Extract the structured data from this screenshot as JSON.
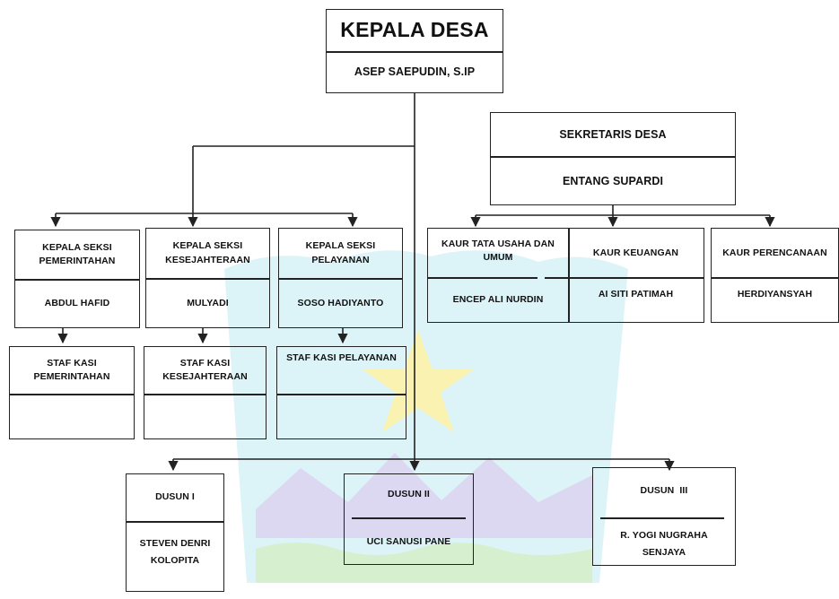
{
  "kepala_desa": {
    "title": "KEPALA DESA",
    "name": "ASEP SAEPUDIN, S.IP"
  },
  "sekretaris_desa": {
    "title": "SEKRETARIS DESA",
    "name": "ENTANG SUPARDI"
  },
  "kasi": [
    {
      "title": "KEPALA SEKSI PEMERINTAHAN",
      "name": "ABDUL HAFID",
      "staf": "STAF KASI PEMERINTAHAN"
    },
    {
      "title": "KEPALA SEKSI KESEJAHTERAAN",
      "name": "MULYADI",
      "staf": "STAF KASI KESEJAHTERAAN"
    },
    {
      "title": "KEPALA SEKSI PELAYANAN",
      "name": "SOSO HADIYANTO",
      "staf": "STAF KASI PELAYANAN"
    }
  ],
  "kaur": [
    {
      "title": "KAUR TATA USAHA DAN UMUM",
      "name": "ENCEP ALI NURDIN"
    },
    {
      "title": "KAUR KEUANGAN",
      "name": "AI SITI PATIMAH"
    },
    {
      "title": "KAUR PERENCANAAN",
      "name": "HERDIYANSYAH"
    }
  ],
  "dusun": [
    {
      "title": "DUSUN I",
      "name": "STEVEN DENRI KOLOPITA"
    },
    {
      "title": "DUSUN II",
      "name": "UCI SANUSI PANE"
    },
    {
      "title": "DUSUN  III",
      "name": "R. YOGI NUGRAHA SENJAYA"
    }
  ],
  "colors": {
    "line": "#222222",
    "watermark_star": "#f9f2b0",
    "watermark_cyan": "#dcf4f8",
    "watermark_lavender": "#dcd8f2",
    "watermark_green": "#d6f0cf"
  }
}
